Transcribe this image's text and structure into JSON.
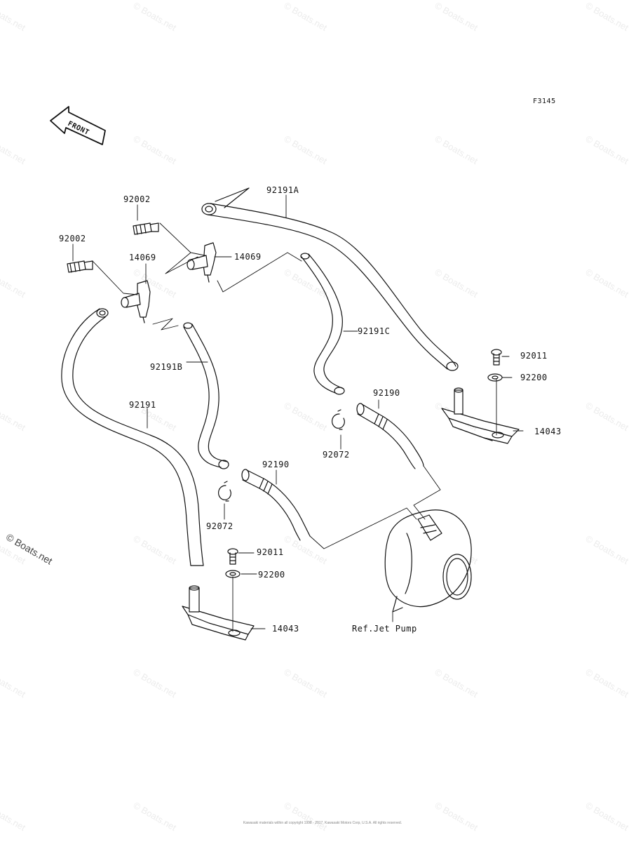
{
  "figure_code": "F3145",
  "front_label": "FRONT",
  "watermark": "© Boats.net",
  "reference_label": "Ref.Jet Pump",
  "parts": {
    "p92002_a": "92002",
    "p92002_b": "92002",
    "p92191A": "92191A",
    "p14069_a": "14069",
    "p14069_b": "14069",
    "p92191C": "92191C",
    "p92191B": "92191B",
    "p92191": "92191",
    "p92011_a": "92011",
    "p92200_a": "92200",
    "p92190_a": "92190",
    "p14043_a": "14043",
    "p92072_a": "92072",
    "p92190_b": "92190",
    "p92072_b": "92072",
    "p92011_b": "92011",
    "p92200_b": "92200",
    "p14043_b": "14043"
  },
  "copyright": "Kawasaki materials within all copyright 1998 - 2017, Kawasaki Motors Corp, U.S.A. All rights reserved."
}
